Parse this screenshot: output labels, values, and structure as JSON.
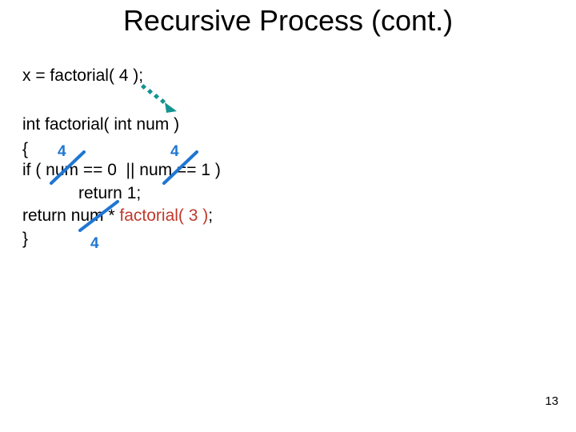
{
  "slide": {
    "title": "Recursive Process (cont.)",
    "title_line1": "Recursive Process",
    "title_line2": "(cont.)",
    "page_number": "13",
    "background_color": "#ffffff"
  },
  "colors": {
    "text": "#000000",
    "recursive_call_red": "#C0392B",
    "annotation_blue": "#1F76D2",
    "arrow_teal": "#149490"
  },
  "code": {
    "caller_line": "x = factorial( 4 );",
    "signature_line": "int factorial( int num )",
    "open_brace_line": "{",
    "if_line": "if ( num == 0  || num == 1 )",
    "return_one_line": "return 1;",
    "return_num_prefix": "return num * ",
    "return_num_call": "factorial( 3 )",
    "return_num_suffix": ";",
    "close_brace_line": "}"
  },
  "annotations": {
    "substitutions": [
      {
        "value": "4",
        "target": "num in ( num == 0 )"
      },
      {
        "value": "4",
        "target": "num in ( num == 1 )"
      },
      {
        "value": "4",
        "target": "num in ( return num * ... )"
      }
    ],
    "arrow": {
      "style": "dotted-arrow",
      "from_label": "x = factorial( 4 );",
      "to_label": "int factorial( int num )"
    }
  }
}
